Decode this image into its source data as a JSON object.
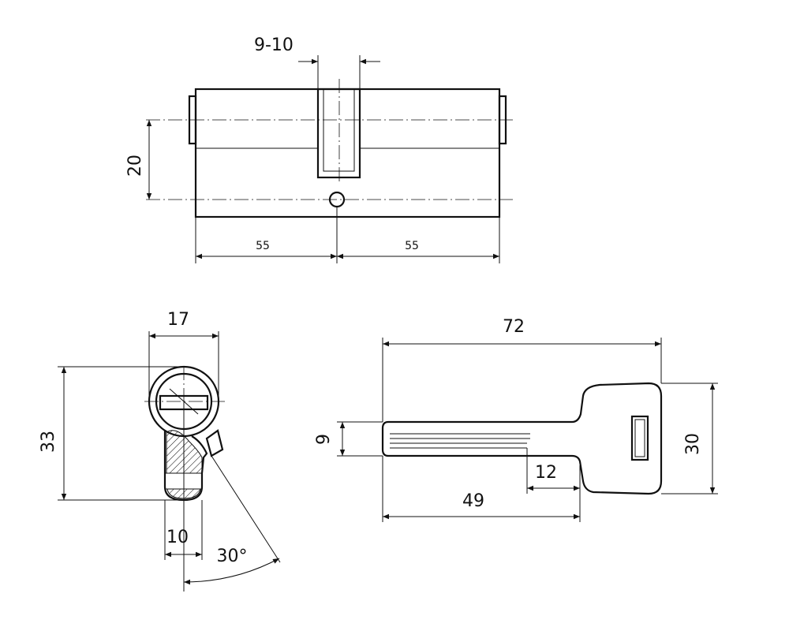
{
  "dimensions": {
    "slot_width": "9-10",
    "cylinder_height": "20",
    "left_length": "55",
    "right_length": "55",
    "profile_width": "17",
    "profile_height": "33",
    "cam_width": "10",
    "cam_angle": "30°",
    "key_length": "72",
    "key_blade_height": "9",
    "key_head_height": "30",
    "key_notch": "12",
    "key_blade_length": "49"
  },
  "colors": {
    "line": "#111111",
    "background": "#ffffff"
  }
}
